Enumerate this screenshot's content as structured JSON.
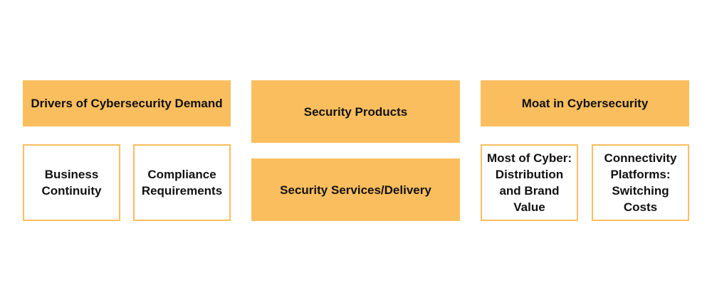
{
  "colors": {
    "accent": "#fbbe5e",
    "text": "#111111",
    "background": "#ffffff"
  },
  "columns": [
    {
      "header": "Drivers of Cybersecurity Demand",
      "items": [
        "Business Continuity",
        "Compliance Requirements"
      ]
    },
    {
      "items": [
        "Security Products",
        "Security Services/Delivery"
      ]
    },
    {
      "header": "Moat in Cybersecurity",
      "items": [
        "Most of Cyber: Distribution and Brand Value",
        "Connectivity Platforms: Switching Costs"
      ]
    }
  ]
}
